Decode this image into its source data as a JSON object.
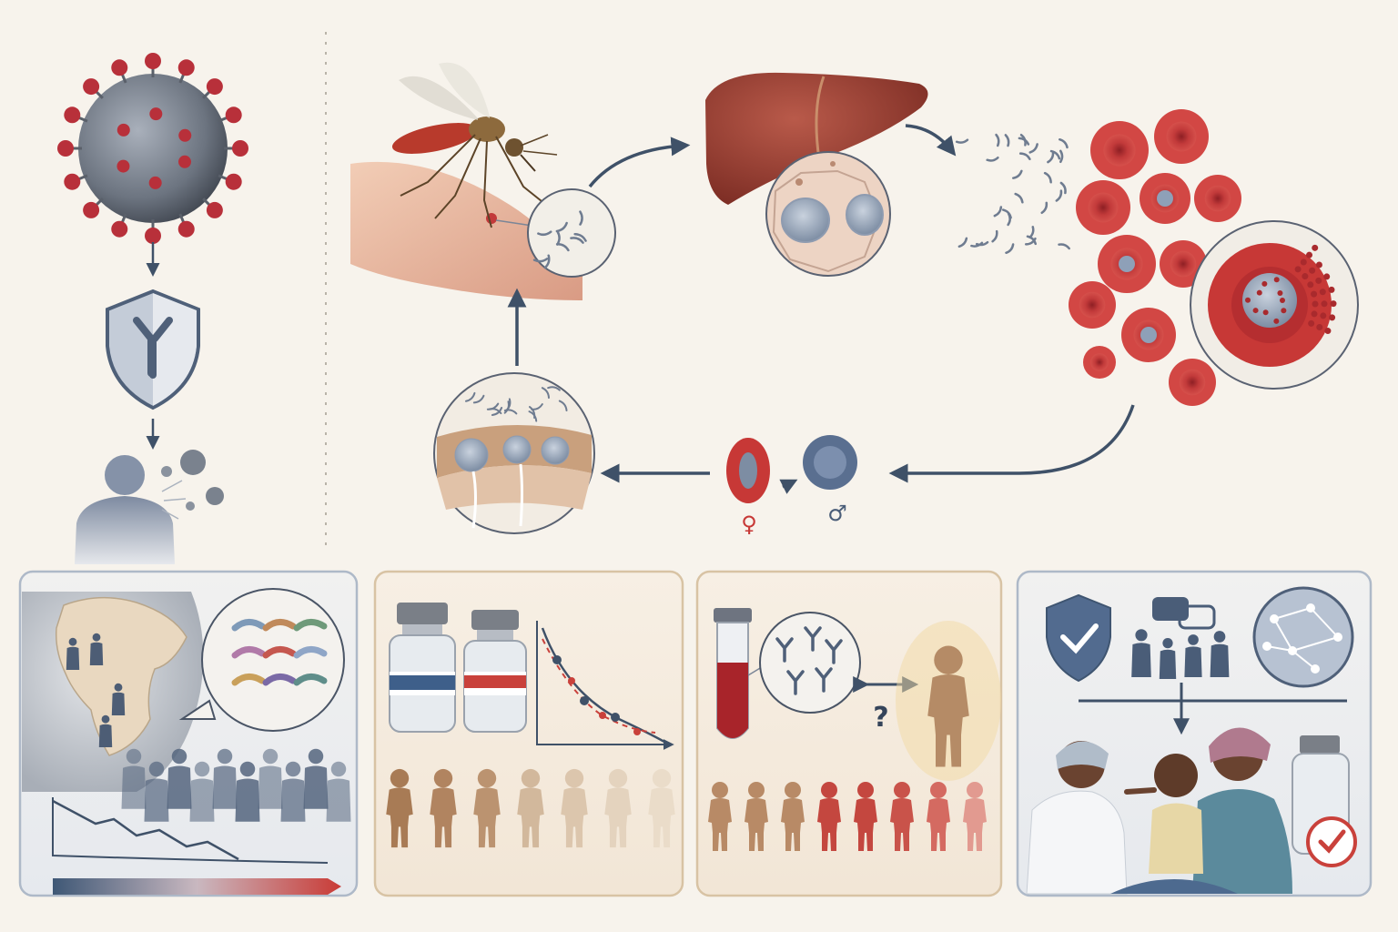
{
  "symbols": {
    "female": "♀",
    "male": "♂",
    "question": "?"
  },
  "colors": {
    "background": "#f7f3ec",
    "arrow": "#3f5168",
    "blood_red": "#c0383a",
    "liver": "#9c3f33",
    "navy": "#4a5d78",
    "skin_tan": "#b58b66",
    "panel_blue_border": "#aeb9c8",
    "panel_tan_border": "#d8c3a4"
  },
  "panels": [
    {
      "name": "global-burden",
      "icons": [
        "globe-africa-icon",
        "parasite-strains-icon",
        "crowd-icon",
        "declining-trend-icon"
      ]
    },
    {
      "name": "vaccine-waning",
      "icons": [
        "vaccine-vial-blue-icon",
        "vaccine-vial-red-icon",
        "waning-curve-icon",
        "fading-children-icon"
      ]
    },
    {
      "name": "correlates-of-protection",
      "icons": [
        "blood-tube-icon",
        "antibody-circle-icon",
        "child-glow-icon",
        "children-row-icon"
      ]
    },
    {
      "name": "community-delivery",
      "icons": [
        "check-shield-icon",
        "community-talk-icon",
        "network-globe-icon",
        "nurse-vaccinating-child-icon",
        "approved-vial-icon"
      ]
    }
  ]
}
